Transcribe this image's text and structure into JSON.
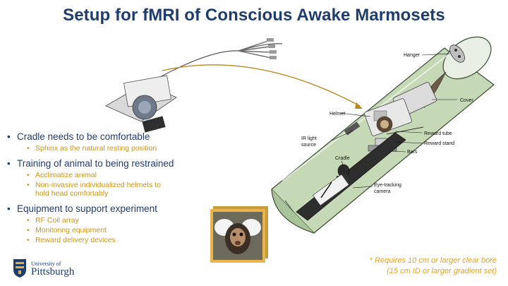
{
  "title": "Setup for fMRI of Conscious Awake Marmosets",
  "bullets": [
    {
      "text": "Cradle needs to be comfortable",
      "subs": [
        "Sphinx as the natural resting position"
      ]
    },
    {
      "text": "Training of animal to being restrained",
      "subs": [
        "Acclimatize animal",
        "Non-invasive individualized  helmets to hold head comfortably"
      ]
    },
    {
      "text": "Equipment to support experiment",
      "subs": [
        "RF Coil array",
        "Monitoring equipment",
        "Reward delivery devices"
      ]
    }
  ],
  "labels": {
    "hanger": "Hanger",
    "cover": "Cover",
    "helmet": "Helmet",
    "reward_tube": "Reward tube",
    "reward_stand": "Reward stand",
    "ir_light_1": "IR light",
    "ir_light_2": "source",
    "bars": "Bars",
    "cradle": "Cradle",
    "eye_tracking_1": "Eye-tracking",
    "eye_tracking_2": "camera"
  },
  "footnote": {
    "line1": "* Requires 10 cm or larger clear bore",
    "line2": "(15 cm ID or larger gradient set)"
  },
  "logo": {
    "small": "University of",
    "big": "Pittsburgh"
  },
  "colors": {
    "title": "#1f3c6e",
    "sub_bullet": "#c8961e",
    "footnote": "#e3a326",
    "tube": "#c6d9b6"
  }
}
